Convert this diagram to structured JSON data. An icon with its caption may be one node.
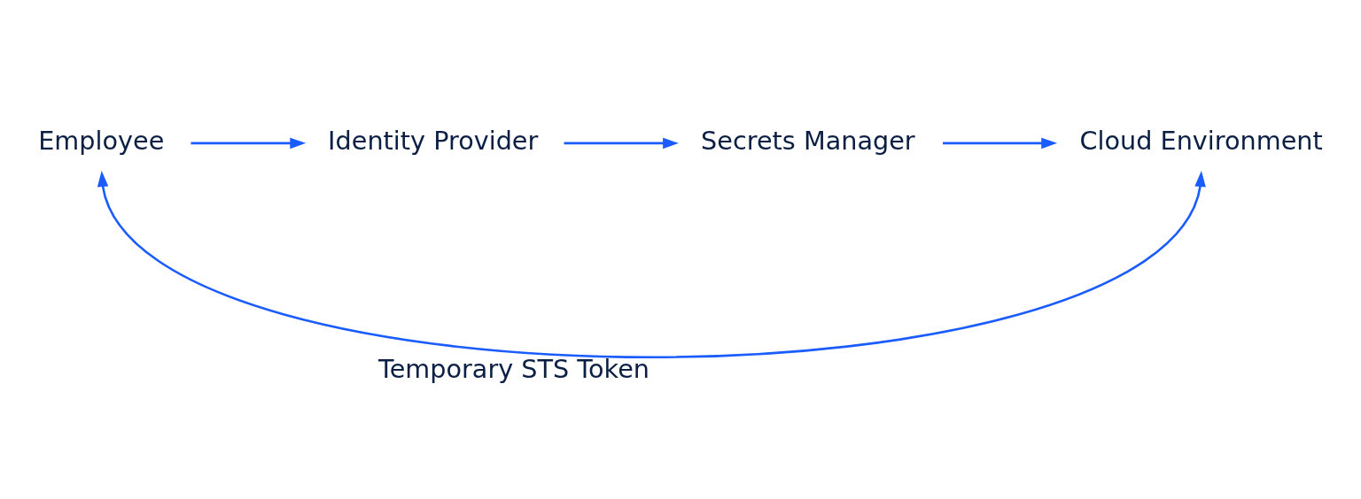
{
  "diagram": {
    "nodes": [
      {
        "text": [
          "Employee"
        ]
      },
      {
        "text": [
          "Identity Provider"
        ]
      },
      {
        "text": [
          "Secrets Manager"
        ]
      },
      {
        "text": [
          "Cloud Environment"
        ]
      }
    ],
    "edges": [
      {
        "from": 0,
        "to": 1,
        "arrow": "to"
      },
      {
        "from": 1,
        "to": 2,
        "arrow": "to"
      },
      {
        "from": 2,
        "to": 3,
        "arrow": "to"
      },
      {
        "from": 0,
        "to": 3,
        "arrow": "both",
        "label": "Temporary STS Token"
      }
    ]
  }
}
